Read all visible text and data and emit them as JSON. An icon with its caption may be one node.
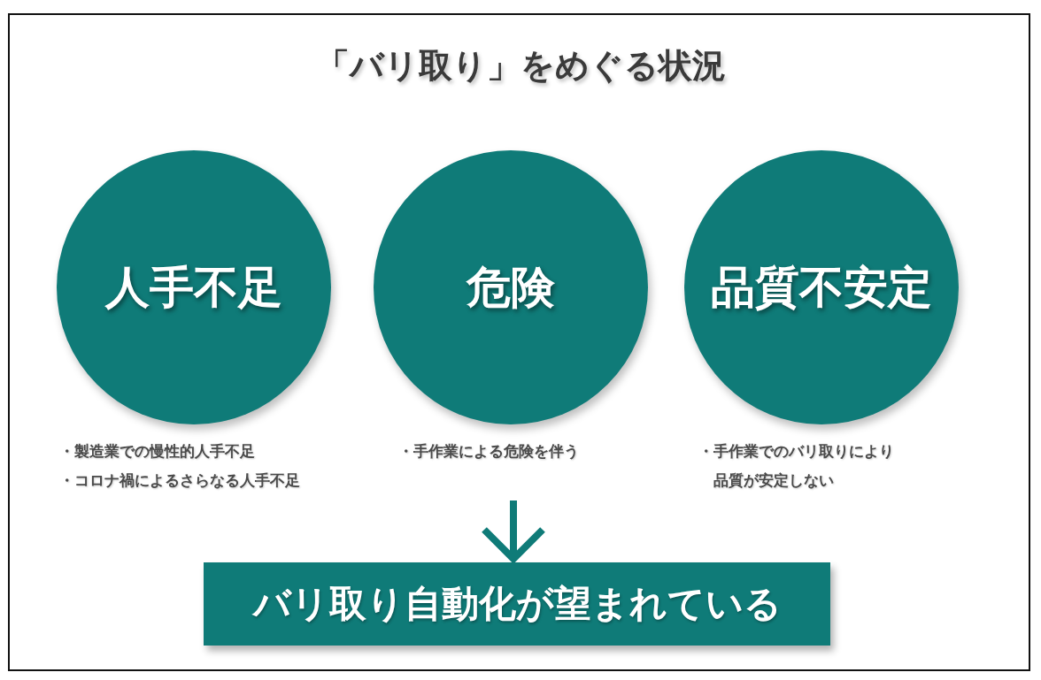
{
  "diagram": {
    "title": "「バリ取り」をめぐる状況",
    "nodes": [
      {
        "text": [
          "人手不足"
        ],
        "beside": [
          "・製造業での慢性的人手不足",
          "・コロナ禍によるさらなる人手不足"
        ]
      },
      {
        "text": [
          "危険"
        ],
        "beside": [
          "・手作業による危険を伴う"
        ]
      },
      {
        "text": [
          "品質不安定"
        ],
        "beside": [
          "・手作業でのバリ取りにより品質が安定しない"
        ]
      },
      {
        "text": [
          "バリ取り自動化が望まれている"
        ]
      }
    ],
    "edges": [
      {
        "from": null,
        "to": 3,
        "arrow": "to"
      }
    ]
  }
}
